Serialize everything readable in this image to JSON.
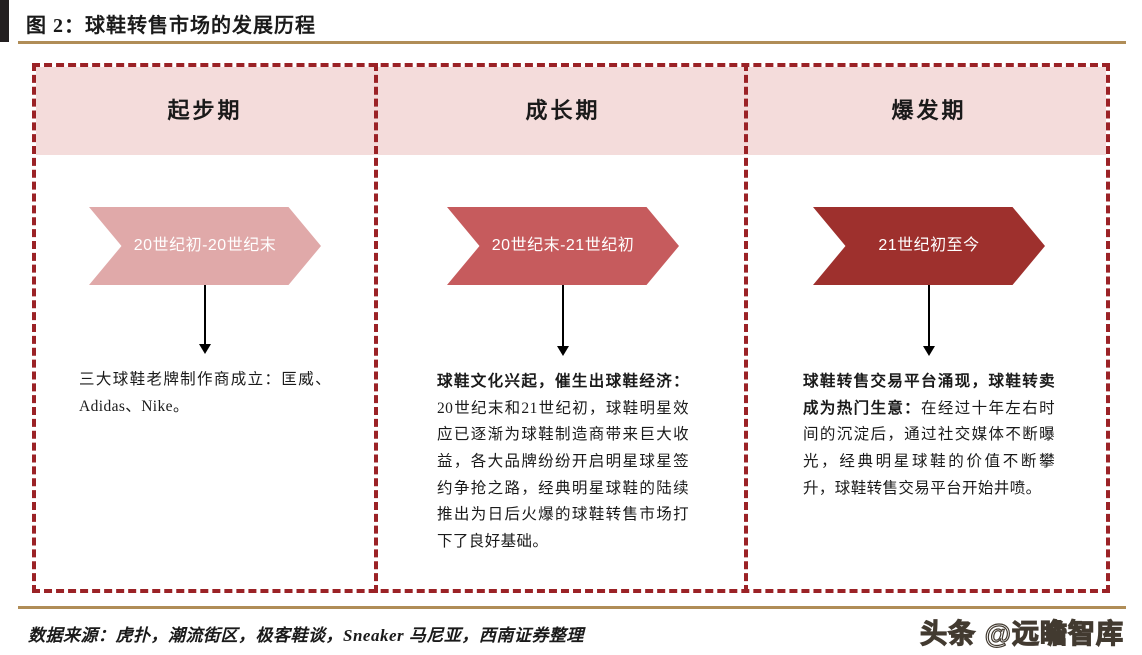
{
  "figure": {
    "title": "图 2：球鞋转售市场的发展历程",
    "accent_color": "#b08d57",
    "frame_color": "#9b2226",
    "header_band_color": "#f4dcdb"
  },
  "columns": [
    {
      "header": "起步期",
      "chevron_label": "20世纪初-20世纪末",
      "chevron_color": "#e0a9a9",
      "body_lead": "",
      "body_text": "三大球鞋老牌制作商成立：匡威、Adidas、Nike。"
    },
    {
      "header": "成长期",
      "chevron_label": "20世纪末-21世纪初",
      "chevron_color": "#c65b5d",
      "body_lead": "球鞋文化兴起，催生出球鞋经济：",
      "body_text": "20世纪末和21世纪初，球鞋明星效应已逐渐为球鞋制造商带来巨大收益，各大品牌纷纷开启明星球星签约争抢之路，经典明星球鞋的陆续推出为日后火爆的球鞋转售市场打下了良好基础。"
    },
    {
      "header": "爆发期",
      "chevron_label": "21世纪初至今",
      "chevron_color": "#9e302d",
      "body_lead": "球鞋转售交易平台涌现，球鞋转卖成为热门生意：",
      "body_text": "在经过十年左右时间的沉淀后，通过社交媒体不断曝光，经典明星球鞋的价值不断攀升，球鞋转售交易平台开始井喷。"
    }
  ],
  "footer": {
    "source": "数据来源：虎扑，潮流街区，极客鞋谈，Sneaker 马尼亚，西南证券整理"
  },
  "watermark": {
    "text": "头条 @远瞻智库"
  }
}
